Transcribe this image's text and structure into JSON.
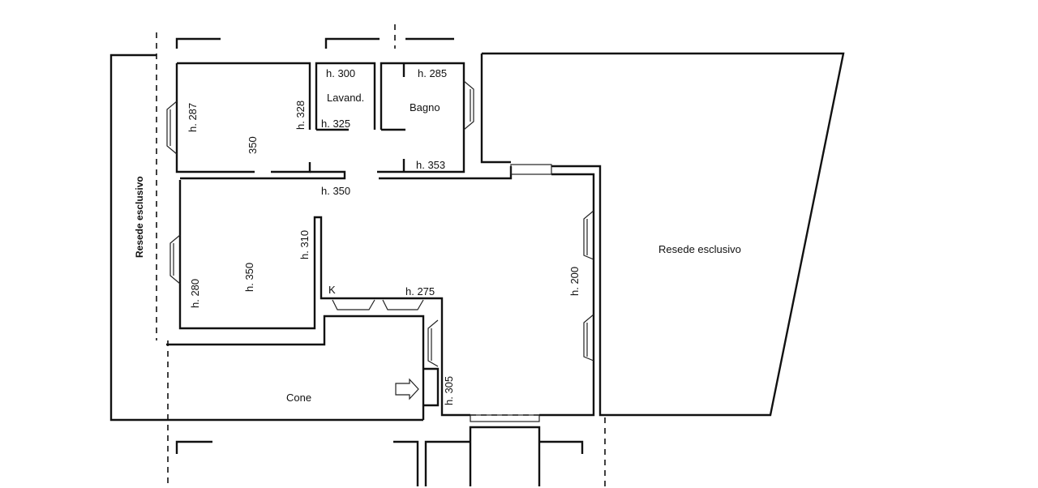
{
  "floor_plan": {
    "areas": {
      "resede_left": "Resede esclusivo",
      "resede_right": "Resede esclusivo",
      "lavanderia": "Lavand.",
      "bagno": "Bagno",
      "corte": "Cone",
      "kitchen_mark": "K"
    },
    "heights": {
      "room_tl_left": "h. 287",
      "room_tl_right": "h. 328",
      "room_tl_center": "350",
      "lavand_top": "h. 300",
      "lavand_bottom": "h. 325",
      "bagno_top": "h. 285",
      "bagno_bottom": "h. 353",
      "corridor": "h. 350",
      "room_ml_left": "h. 280",
      "room_ml_center": "h. 350",
      "room_ml_right": "h. 310",
      "kitchen": "h. 275",
      "living_right": "h. 200",
      "entrance": "h. 305"
    }
  }
}
